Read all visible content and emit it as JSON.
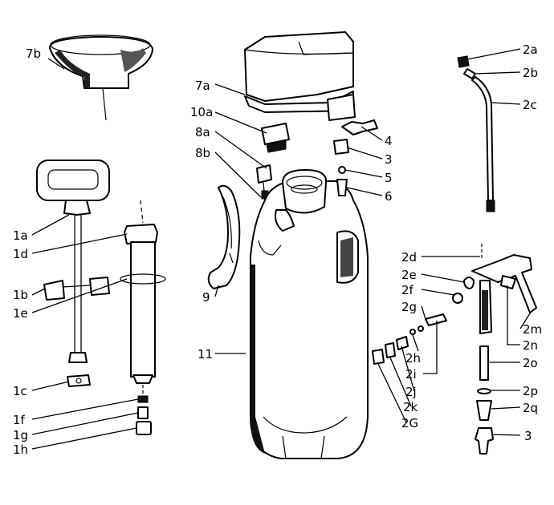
{
  "labels": {
    "l7b": "7b",
    "l7a": "7a",
    "l10a": "10a",
    "l8a": "8a",
    "l8b": "8b",
    "l9": "9",
    "l11": "11",
    "l4": "4",
    "l3": "3",
    "l5": "5",
    "l6": "6",
    "l1a": "1a",
    "l1d": "1d",
    "l1b": "1b",
    "l1e": "1e",
    "l1c": "1c",
    "l1f": "1f",
    "l1g": "1g",
    "l1h": "1h",
    "l2a": "2a",
    "l2b": "2b",
    "l2c": "2c",
    "l2d": "2d",
    "l2e": "2e",
    "l2f": "2f",
    "l2g": "2g",
    "l2h": "2h",
    "l2i": "2i",
    "l2j": "2j",
    "l2k": "2k",
    "l2G": "2G",
    "l2m": "2m",
    "l2n": "2n",
    "l2o": "2o",
    "l2p": "2p",
    "l2q": "2q",
    "l3b": "3"
  }
}
